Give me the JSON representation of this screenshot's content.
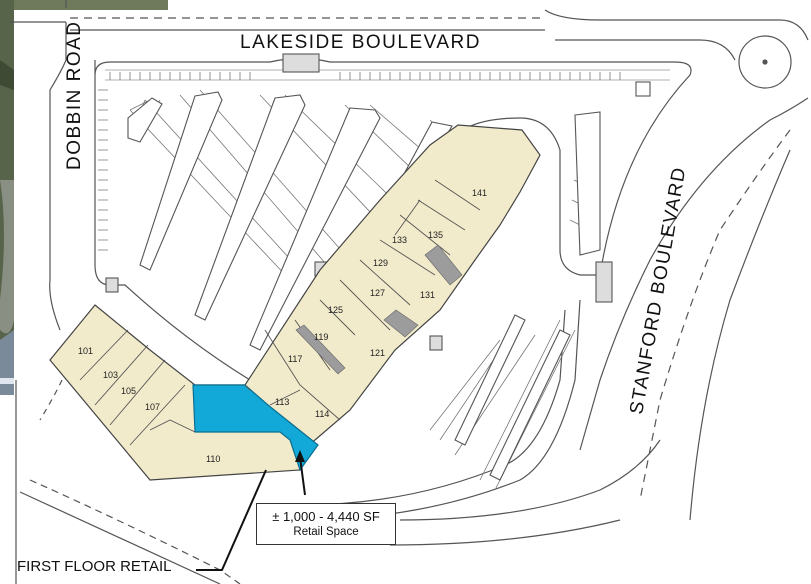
{
  "roads": {
    "lakeside": "LAKESIDE BOULEVARD",
    "dobbin": "DOBBIN ROAD",
    "stanford": "STANFORD BOULEVARD"
  },
  "units": {
    "u101": "101",
    "u103": "103",
    "u105": "105",
    "u107": "107",
    "u110": "110",
    "u113": "113",
    "u114": "114",
    "u117": "117",
    "u119": "119",
    "u121": "121",
    "u125": "125",
    "u127": "127",
    "u129": "129",
    "u131": "131",
    "u133": "133",
    "u135": "135",
    "u141": "141"
  },
  "callout": {
    "size": "± 1,000 - 4,440 SF",
    "type": "Retail Space"
  },
  "legend": {
    "first_floor": "FIRST FLOOR RETAIL"
  },
  "colors": {
    "building_fill": "#f2ebcb",
    "available_fill": "#12a8d8",
    "road_line": "#555555",
    "parking_line": "#666666",
    "aerial_photo": "#5d6b4d"
  }
}
